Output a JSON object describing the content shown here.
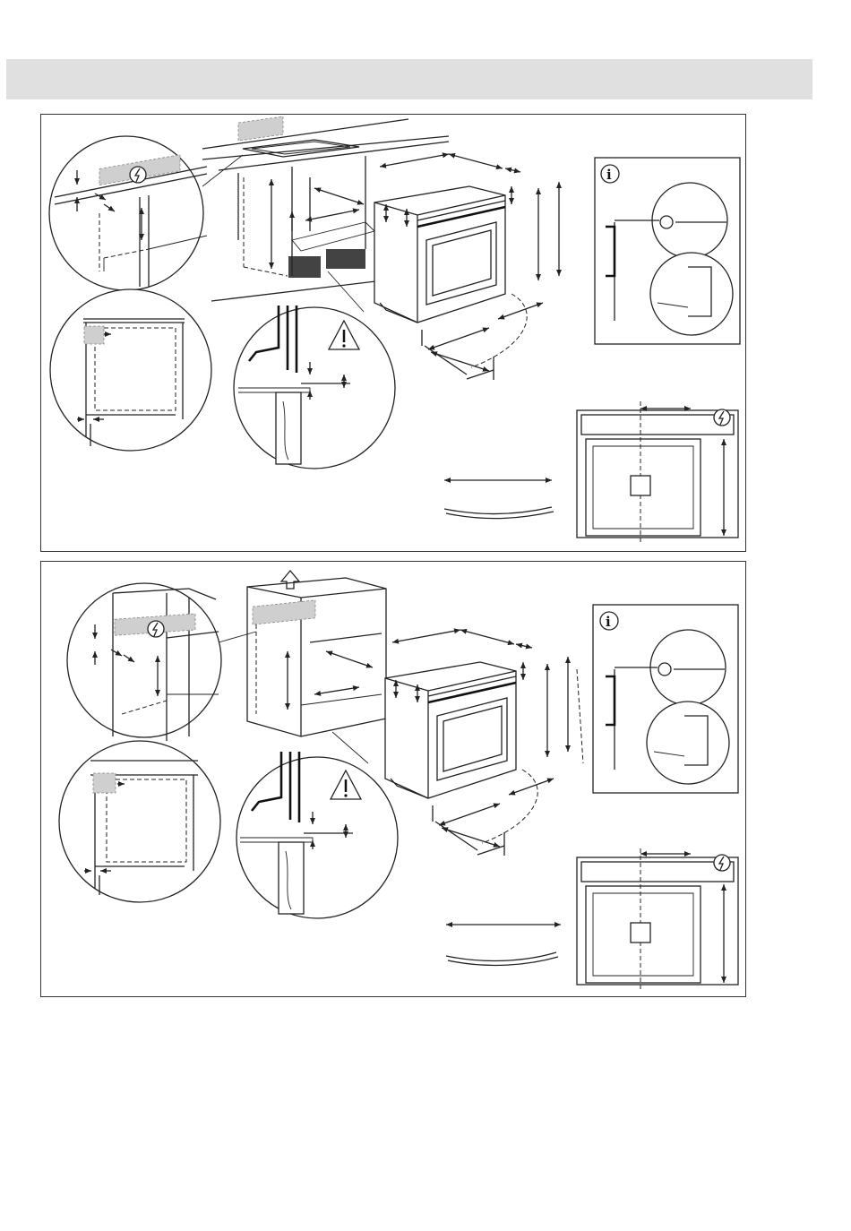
{
  "page": {
    "header_band_color": "#e0e0e0"
  },
  "panels": [
    {
      "id": "built-under-hob",
      "icons": [
        "electric-hazard-icon",
        "warning-triangle-icon",
        "info-icon",
        "screw-icon",
        "cable-clip-icon"
      ],
      "info_label": "i"
    },
    {
      "id": "built-in-column",
      "icons": [
        "electric-hazard-icon",
        "warning-triangle-icon",
        "info-icon",
        "screw-icon",
        "cable-clip-icon",
        "arrow-up-icon"
      ],
      "info_label": "i"
    }
  ]
}
